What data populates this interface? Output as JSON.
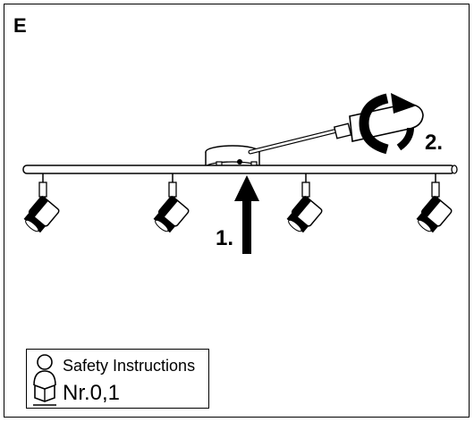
{
  "step": {
    "letter": "E"
  },
  "labels": {
    "push": "1.",
    "rotate": "2."
  },
  "safety": {
    "title": "Safety Instructions",
    "number": "Nr.0,1"
  },
  "icons": [
    "spotlight-icon",
    "screwdriver-icon",
    "rotate-arrow-icon",
    "up-arrow-icon",
    "person-reading-icon"
  ]
}
